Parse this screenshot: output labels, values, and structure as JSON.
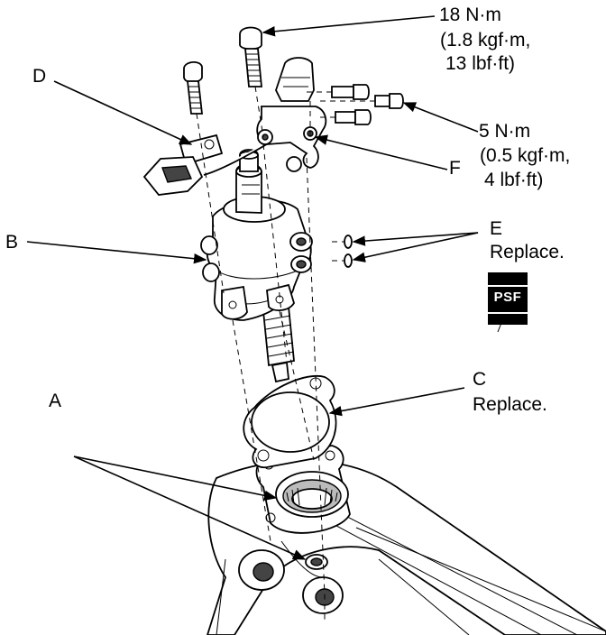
{
  "labels": {
    "a": "A",
    "b": "B",
    "c": "C",
    "c_note": "Replace.",
    "d": "D",
    "e": "E",
    "e_note": "Replace.",
    "f": "F"
  },
  "torque_18": {
    "line1": "18 N·m",
    "line2": "(1.8 kgf·m,",
    "line3": "13 lbf·ft)"
  },
  "torque_5": {
    "line1": "5 N·m",
    "line2": "(0.5 kgf·m,",
    "line3": "4 lbf·ft)"
  },
  "badge": {
    "text": "PSF",
    "background": "#000000",
    "foreground": "#ffffff"
  }
}
